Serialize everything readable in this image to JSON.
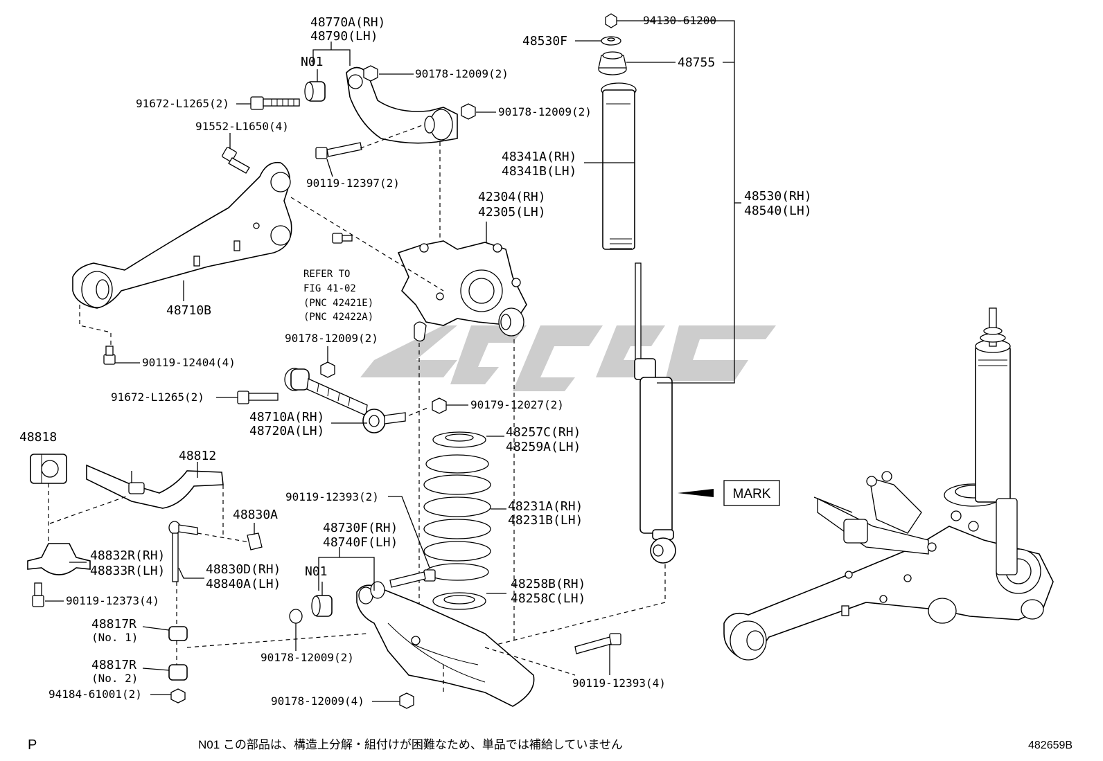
{
  "part_labels": {
    "p48770A": "48770A(RH)",
    "p48790": "48790(LH)",
    "n01_top": "N01",
    "p90178_a": "90178-12009(2)",
    "p91672_a": "91672-L1265(2)",
    "p90178_b": "90178-12009(2)",
    "p91552": "91552-L1650(4)",
    "p90119_12397": "90119-12397(2)",
    "p42304": "42304(RH)",
    "p42305": "42305(LH)",
    "refer_1": "REFER TO",
    "refer_2": "FIG 41-02",
    "refer_3": "(PNC 42421E)",
    "refer_4": "(PNC 42422A)",
    "p48710B": "48710B",
    "p90178_c": "90178-12009(2)",
    "p90119_12404": "90119-12404(4)",
    "p91672_b": "91672-L1265(2)",
    "p90179": "90179-12027(2)",
    "p48710A": "48710A(RH)",
    "p48720A": "48720A(LH)",
    "p94130": "94130-61200",
    "p48530F": "48530F",
    "p48755": "48755",
    "p48341A": "48341A(RH)",
    "p48341B": "48341B(LH)",
    "p48530": "48530(RH)",
    "p48540": "48540(LH)",
    "p48818": "48818",
    "p48812": "48812",
    "p48257C": "48257C(RH)",
    "p48259A": "48259A(LH)",
    "p90119_12393_a": "90119-12393(2)",
    "p48231A": "48231A(RH)",
    "p48231B": "48231B(LH)",
    "p48830A": "48830A",
    "p48730F": "48730F(RH)",
    "p48740F": "48740F(LH)",
    "p48832R": "48832R(RH)",
    "p48833R": "48833R(LH)",
    "p48830D": "48830D(RH)",
    "p48840A": "48840A(LH)",
    "n01_bottom": "N01",
    "p48258B": "48258B(RH)",
    "p48258C": "48258C(LH)",
    "p90119_12373": "90119-12373(4)",
    "p48817R_1": "48817R",
    "no1": "(No. 1)",
    "p90178_d": "90178-12009(2)",
    "p48817R_2": "48817R",
    "no2": "(No. 2)",
    "p94184": "94184-61001(2)",
    "p90178_e": "90178-12009(4)",
    "p90119_12393_b": "90119-12393(4)"
  },
  "mark_label": "MARK",
  "footer": {
    "left_code": "P",
    "note": "N01  この部品は、構造上分解・組付けが困難なため、単品では補給していません",
    "figure_id": "482659B"
  },
  "watermark_color": "#c8c8c8"
}
